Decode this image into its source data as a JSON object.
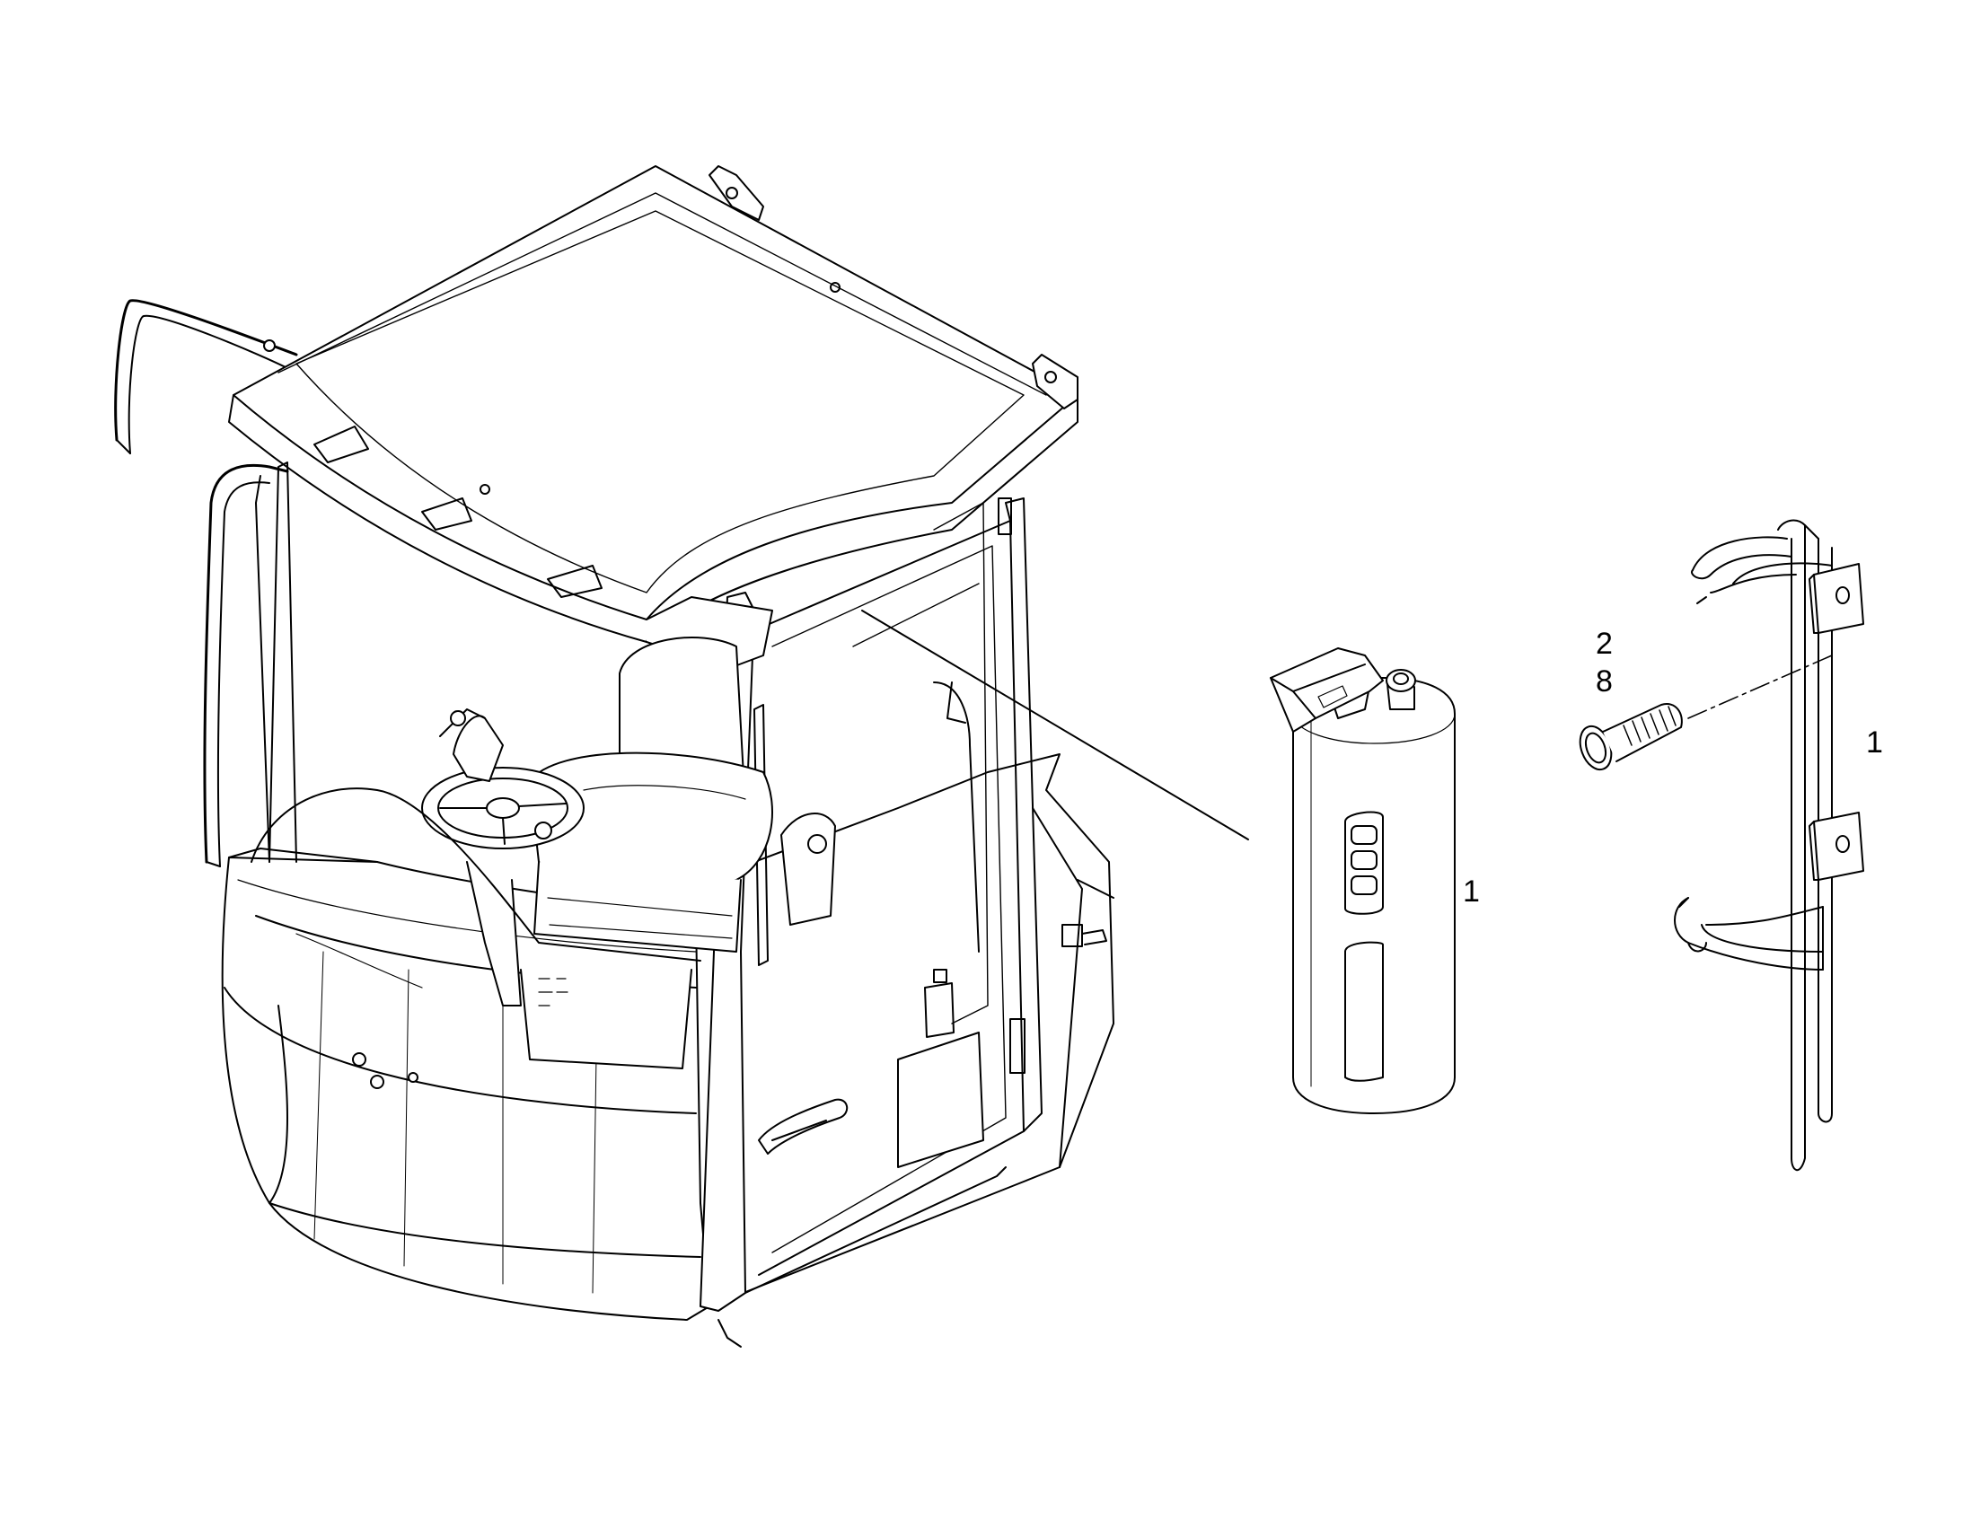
{
  "callouts": {
    "extinguisher": "1",
    "bracket": "1",
    "screw_top": "2",
    "screw_bottom": "8"
  },
  "colors": {
    "line": "#000000",
    "fill": "#ffffff",
    "accent_fill": "#f4f4f4"
  }
}
